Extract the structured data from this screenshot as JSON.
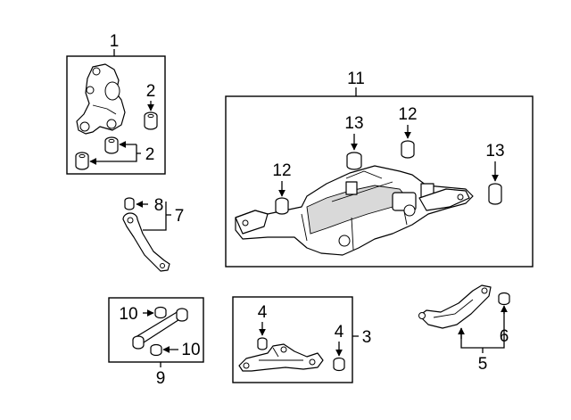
{
  "diagram": {
    "callouts": {
      "c1": "1",
      "c2a": "2",
      "c2b": "2",
      "c3": "3",
      "c4a": "4",
      "c4b": "4",
      "c5": "5",
      "c6": "6",
      "c7": "7",
      "c8": "8",
      "c9": "9",
      "c10a": "10",
      "c10b": "10",
      "c11": "11",
      "c12a": "12",
      "c12b": "12",
      "c13a": "13",
      "c13b": "13"
    }
  }
}
